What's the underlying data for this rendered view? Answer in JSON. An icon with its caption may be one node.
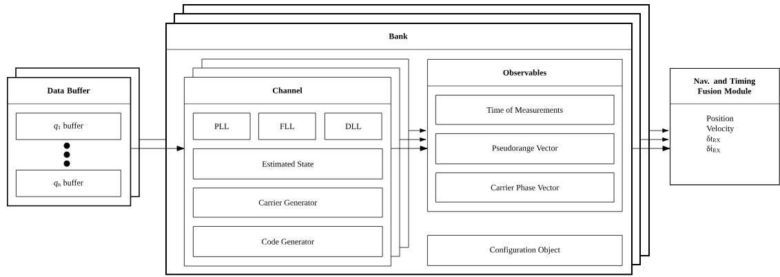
{
  "diagram": {
    "nodes": [
      {
        "text": [
          "Data Buffer"
        ]
      },
      {
        "text": [
          "*q*$_{1}$ buffer"
        ],
        "in": 0
      },
      {
        "text": [
          "*q*$_{n}$ buffer"
        ],
        "in": 0
      },
      {
        "text": [
          "Bank"
        ]
      },
      {
        "text": [
          "Channel"
        ],
        "in": 3
      },
      {
        "text": [
          "PLL"
        ],
        "in": 4
      },
      {
        "text": [
          "FLL"
        ],
        "in": 4
      },
      {
        "text": [
          "DLL"
        ],
        "in": 4
      },
      {
        "text": [
          "Estimated State"
        ],
        "in": 4
      },
      {
        "text": [
          "Carrier Generator"
        ],
        "in": 4
      },
      {
        "text": [
          "Code Generator"
        ],
        "in": 4
      },
      {
        "text": [
          "Observables"
        ],
        "in": 3
      },
      {
        "text": [
          "Time of Measurements"
        ],
        "in": 11
      },
      {
        "text": [
          "Pseudorange Vector"
        ],
        "in": 11
      },
      {
        "text": [
          "Carrier Phase Vector"
        ],
        "in": 11
      },
      {
        "text": [
          "Configuration Object"
        ],
        "in": 3
      },
      {
        "text": [
          "Nav. and Timing Fusion Module",
          "Position",
          "Velocity",
          "δt$_{RX}$",
          "δṫ$_{RX}$"
        ]
      }
    ],
    "edges": [
      {
        "from": 0,
        "to": 4,
        "arrow": "to"
      },
      {
        "from": 4,
        "to": 11,
        "arrow": "to"
      },
      {
        "from": 3,
        "to": 16,
        "arrow": "to"
      }
    ]
  }
}
